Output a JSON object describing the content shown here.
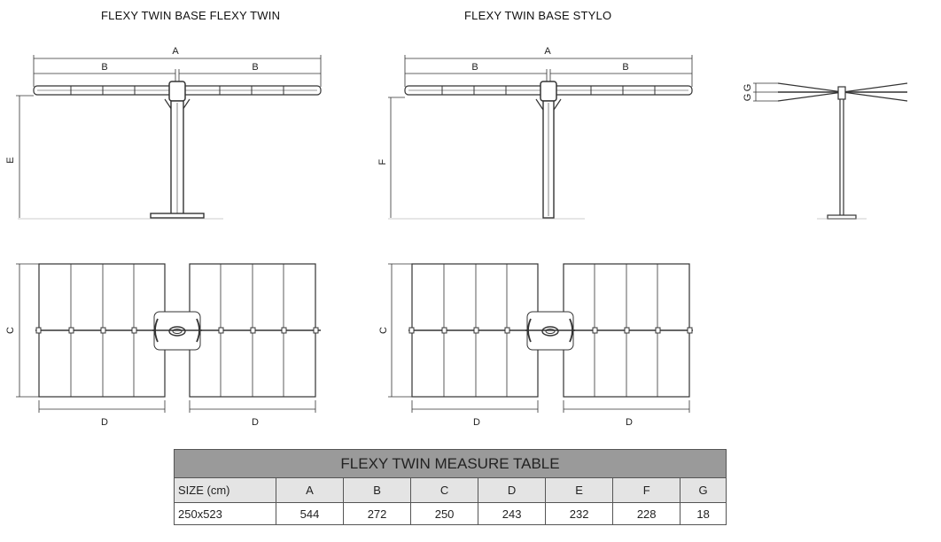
{
  "titles": {
    "left": "FLEXY TWIN BASE FLEXY TWIN",
    "middle": "FLEXY TWIN BASE STYLO"
  },
  "labels": {
    "A": "A",
    "B": "B",
    "C": "C",
    "D": "D",
    "E": "E",
    "F": "F",
    "G": "G"
  },
  "table": {
    "title": "FLEXY TWIN MEASURE TABLE",
    "headers": [
      "SIZE (cm)",
      "A",
      "B",
      "C",
      "D",
      "E",
      "F",
      "G"
    ],
    "rows": [
      [
        "250x523",
        "544",
        "272",
        "250",
        "243",
        "232",
        "228",
        "18"
      ]
    ]
  }
}
